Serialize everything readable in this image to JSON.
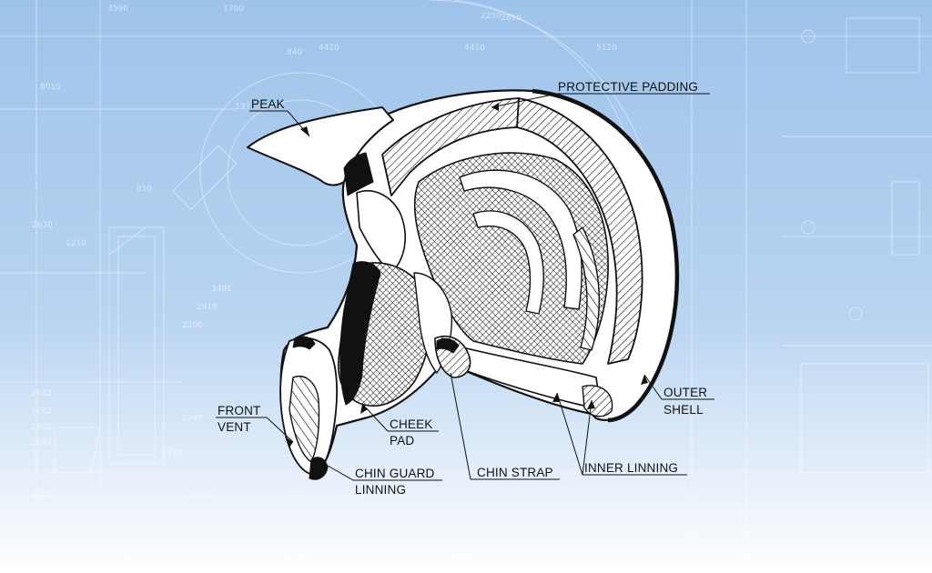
{
  "diagram": {
    "labels": {
      "peak": "PEAK",
      "protective_padding": "PROTECTIVE PADDING",
      "outer_shell_1": "OUTER",
      "outer_shell_2": "SHELL",
      "front_vent_1": "FRONT",
      "front_vent_2": "VENT",
      "cheek_pad_1": "CHEEK",
      "cheek_pad_2": "PAD",
      "chin_strap": "CHIN STRAP",
      "inner_linning": "INNER LINNING",
      "chin_guard_linning_1": "CHIN GUARD",
      "chin_guard_linning_2": "LINNING"
    },
    "blueprint_numbers": [
      "3590",
      "1700",
      "840",
      "4410",
      "2250",
      "2810",
      "4410",
      "5120",
      "8010",
      "137",
      "810",
      "2620",
      "1210",
      "2200",
      "2919",
      "3491",
      "2642",
      "1642",
      "1400",
      "1140",
      "1540",
      "1106",
      "3800",
      "6200",
      "10000"
    ]
  }
}
